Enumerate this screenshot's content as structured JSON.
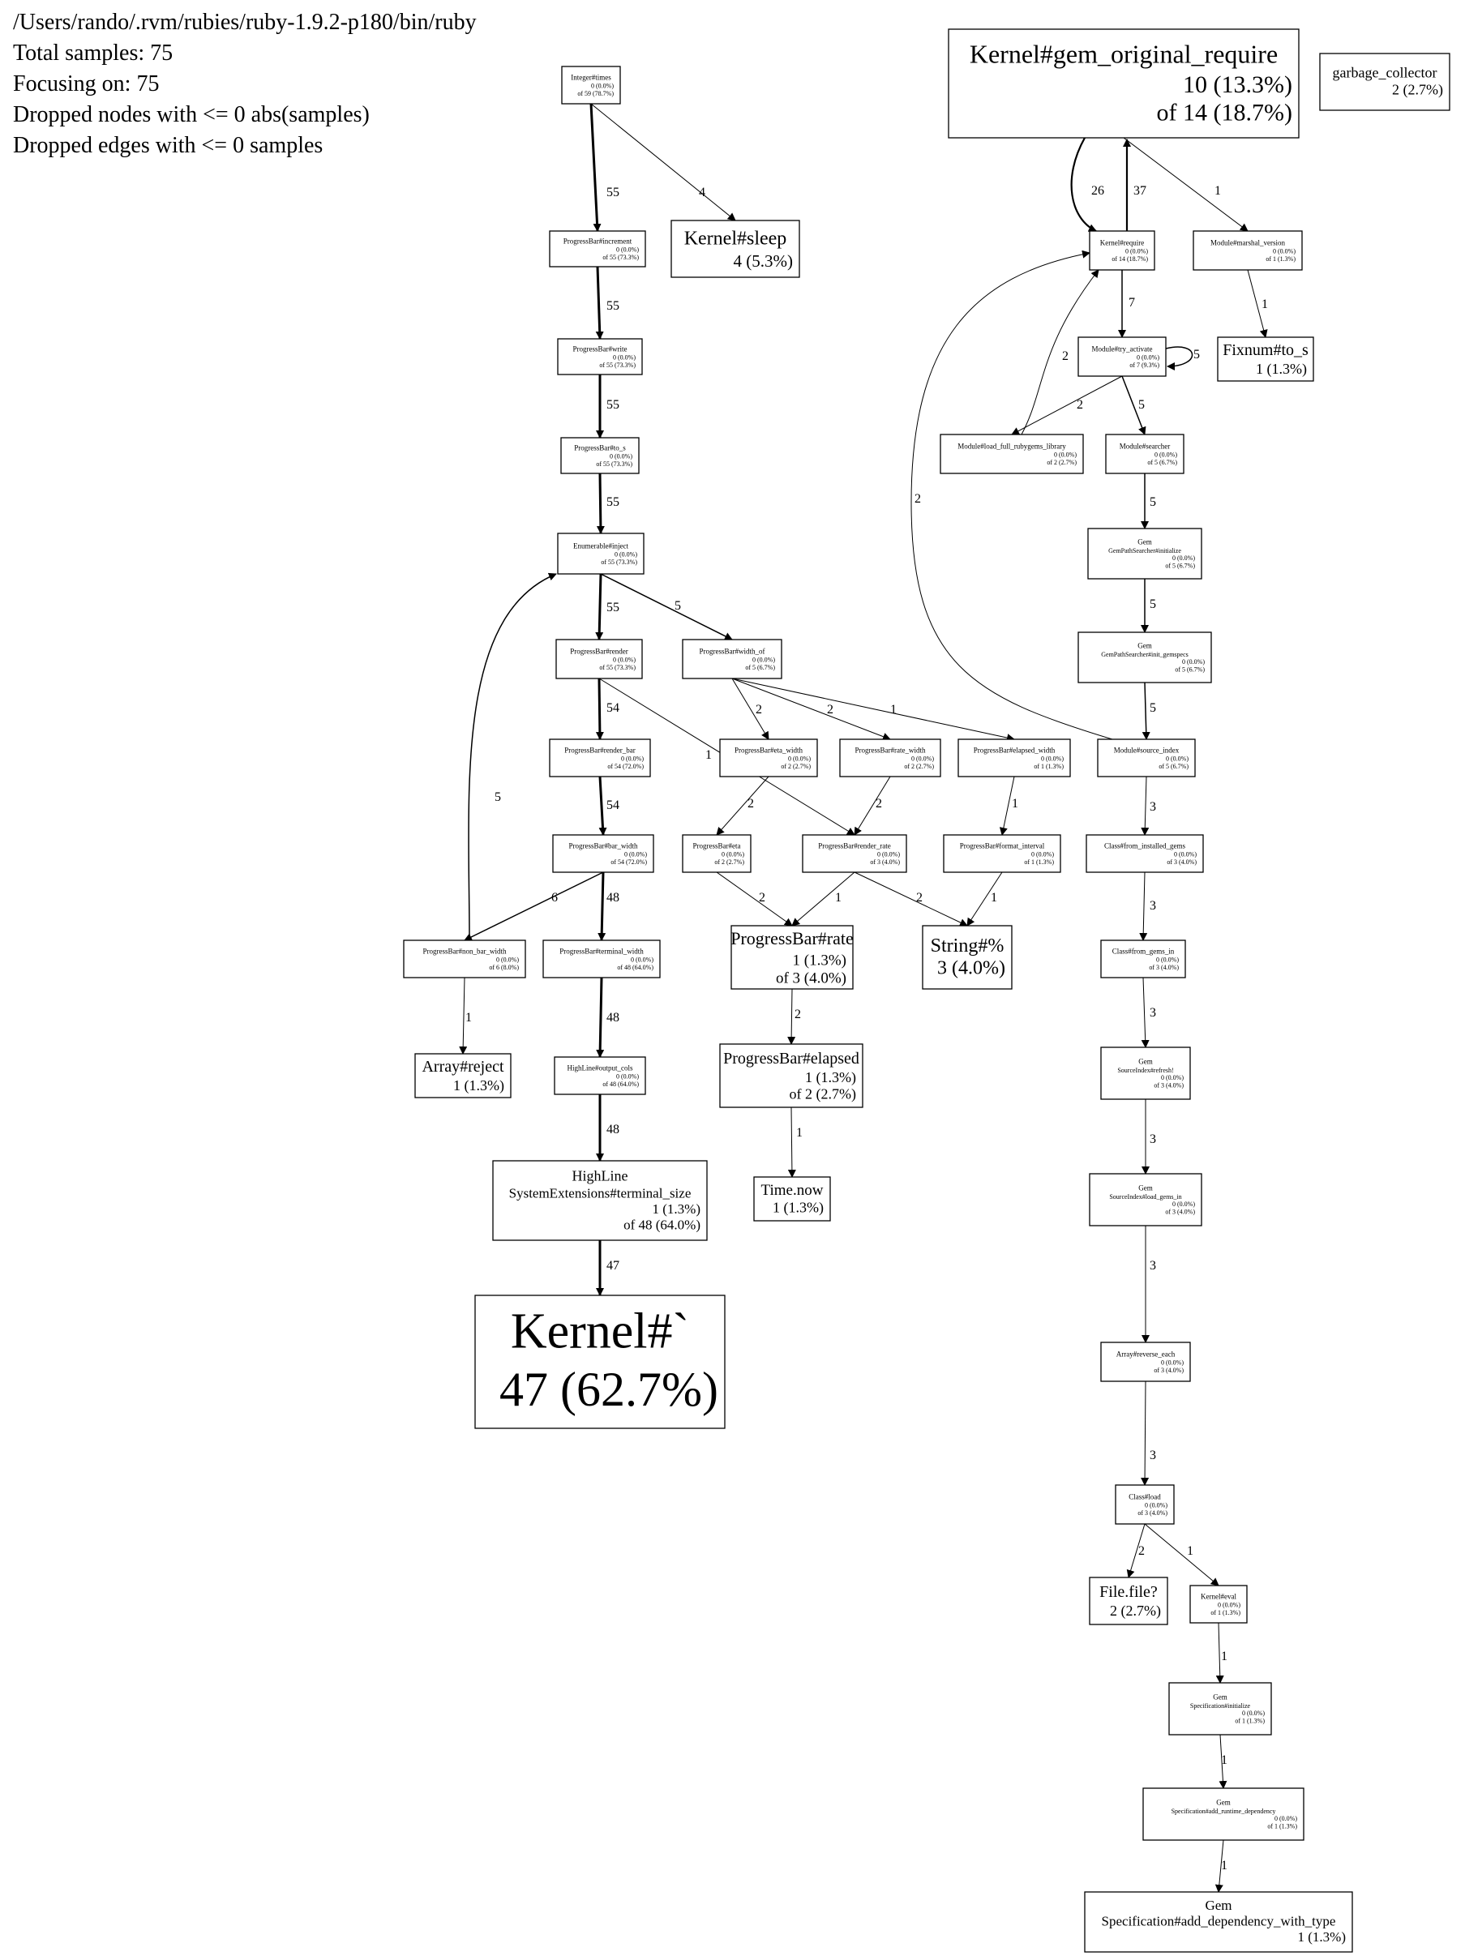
{
  "header": [
    "/Users/rando/.rvm/rubies/ruby-1.9.2-p180/bin/ruby",
    "Total samples: 75",
    "Focusing on: 75",
    "Dropped nodes with <= 0 abs(samples)",
    "Dropped edges with <= 0 samples"
  ],
  "nodes": [
    {
      "id": "integer_times",
      "lines": [
        "Integer#times",
        "0 (0.0%)",
        "of 59 (78.7%)"
      ]
    },
    {
      "id": "kernel_sleep",
      "lines": [
        "Kernel#sleep",
        "4 (5.3%)"
      ]
    },
    {
      "id": "pb_increment",
      "lines": [
        "ProgressBar#increment",
        "0 (0.0%)",
        "of 55 (73.3%)"
      ]
    },
    {
      "id": "pb_write",
      "lines": [
        "ProgressBar#write",
        "0 (0.0%)",
        "of 55 (73.3%)"
      ]
    },
    {
      "id": "pb_to_s",
      "lines": [
        "ProgressBar#to_s",
        "0 (0.0%)",
        "of 55 (73.3%)"
      ]
    },
    {
      "id": "enum_inject",
      "lines": [
        "Enumerable#inject",
        "0 (0.0%)",
        "of 55 (73.3%)"
      ]
    },
    {
      "id": "pb_render",
      "lines": [
        "ProgressBar#render",
        "0 (0.0%)",
        "of 55 (73.3%)"
      ]
    },
    {
      "id": "pb_width_of",
      "lines": [
        "ProgressBar#width_of",
        "0 (0.0%)",
        "of 5 (6.7%)"
      ]
    },
    {
      "id": "pb_render_bar",
      "lines": [
        "ProgressBar#render_bar",
        "0 (0.0%)",
        "of 54 (72.0%)"
      ]
    },
    {
      "id": "pb_eta_width",
      "lines": [
        "ProgressBar#eta_width",
        "0 (0.0%)",
        "of 2 (2.7%)"
      ]
    },
    {
      "id": "pb_rate_width",
      "lines": [
        "ProgressBar#rate_width",
        "0 (0.0%)",
        "of 2 (2.7%)"
      ]
    },
    {
      "id": "pb_elapsed_width",
      "lines": [
        "ProgressBar#elapsed_width",
        "0 (0.0%)",
        "of 1 (1.3%)"
      ]
    },
    {
      "id": "pb_bar_width",
      "lines": [
        "ProgressBar#bar_width",
        "0 (0.0%)",
        "of 54 (72.0%)"
      ]
    },
    {
      "id": "pb_eta",
      "lines": [
        "ProgressBar#eta",
        "0 (0.0%)",
        "of 2 (2.7%)"
      ]
    },
    {
      "id": "pb_render_rate",
      "lines": [
        "ProgressBar#render_rate",
        "0 (0.0%)",
        "of 3 (4.0%)"
      ]
    },
    {
      "id": "pb_format_interval",
      "lines": [
        "ProgressBar#format_interval",
        "0 (0.0%)",
        "of 1 (1.3%)"
      ]
    },
    {
      "id": "pb_non_bar_width",
      "lines": [
        "ProgressBar#non_bar_width",
        "0 (0.0%)",
        "of 6 (8.0%)"
      ]
    },
    {
      "id": "pb_terminal_width",
      "lines": [
        "ProgressBar#terminal_width",
        "0 (0.0%)",
        "of 48 (64.0%)"
      ]
    },
    {
      "id": "pb_rate",
      "lines": [
        "ProgressBar#rate",
        "1 (1.3%)",
        "of 3 (4.0%)"
      ]
    },
    {
      "id": "string_pct",
      "lines": [
        "String#%",
        "3 (4.0%)"
      ]
    },
    {
      "id": "array_reject",
      "lines": [
        "Array#reject",
        "1 (1.3%)"
      ]
    },
    {
      "id": "hl_output_cols",
      "lines": [
        "HighLine#output_cols",
        "0 (0.0%)",
        "of 48 (64.0%)"
      ]
    },
    {
      "id": "pb_elapsed",
      "lines": [
        "ProgressBar#elapsed",
        "1 (1.3%)",
        "of 2 (2.7%)"
      ]
    },
    {
      "id": "hl_terminal_size",
      "lines": [
        "HighLine",
        "SystemExtensions#terminal_size",
        "1 (1.3%)",
        "of 48 (64.0%)"
      ]
    },
    {
      "id": "time_now",
      "lines": [
        "Time.now",
        "1 (1.3%)"
      ]
    },
    {
      "id": "kernel_backtick",
      "lines": [
        "Kernel#`",
        "47 (62.7%)"
      ]
    },
    {
      "id": "kernel_gem_original_require",
      "lines": [
        "Kernel#gem_original_require",
        "10 (13.3%)",
        "of 14 (18.7%)"
      ]
    },
    {
      "id": "garbage_collector",
      "lines": [
        "garbage_collector",
        "2 (2.7%)"
      ]
    },
    {
      "id": "kernel_require",
      "lines": [
        "Kernel#require",
        "0 (0.0%)",
        "of 14 (18.7%)"
      ]
    },
    {
      "id": "module_marshal_version",
      "lines": [
        "Module#marshal_version",
        "0 (0.0%)",
        "of 1 (1.3%)"
      ]
    },
    {
      "id": "module_try_activate",
      "lines": [
        "Module#try_activate",
        "0 (0.0%)",
        "of 7 (9.3%)"
      ]
    },
    {
      "id": "fixnum_to_s",
      "lines": [
        "Fixnum#to_s",
        "1 (1.3%)"
      ]
    },
    {
      "id": "module_load_full_rubygems_library",
      "lines": [
        "Module#load_full_rubygems_library",
        "0 (0.0%)",
        "of 2 (2.7%)"
      ]
    },
    {
      "id": "module_searcher",
      "lines": [
        "Module#searcher",
        "0 (0.0%)",
        "of 5 (6.7%)"
      ]
    },
    {
      "id": "gem_pathsearcher_initialize",
      "lines": [
        "Gem",
        "GemPathSearcher#initialize",
        "0 (0.0%)",
        "of 5 (6.7%)"
      ]
    },
    {
      "id": "gem_pathsearcher_init_gemspecs",
      "lines": [
        "Gem",
        "GemPathSearcher#init_gemspecs",
        "0 (0.0%)",
        "of 5 (6.7%)"
      ]
    },
    {
      "id": "module_source_index",
      "lines": [
        "Module#source_index",
        "0 (0.0%)",
        "of 5 (6.7%)"
      ]
    },
    {
      "id": "class_from_installed_gems",
      "lines": [
        "Class#from_installed_gems",
        "0 (0.0%)",
        "of 3 (4.0%)"
      ]
    },
    {
      "id": "class_from_gems_in",
      "lines": [
        "Class#from_gems_in",
        "0 (0.0%)",
        "of 3 (4.0%)"
      ]
    },
    {
      "id": "gem_sourceindex_refresh",
      "lines": [
        "Gem",
        "SourceIndex#refresh!",
        "0 (0.0%)",
        "of 3 (4.0%)"
      ]
    },
    {
      "id": "gem_sourceindex_load_gems_in",
      "lines": [
        "Gem",
        "SourceIndex#load_gems_in",
        "0 (0.0%)",
        "of 3 (4.0%)"
      ]
    },
    {
      "id": "array_reverse_each",
      "lines": [
        "Array#reverse_each",
        "0 (0.0%)",
        "of 3 (4.0%)"
      ]
    },
    {
      "id": "class_load",
      "lines": [
        "Class#load",
        "0 (0.0%)",
        "of 3 (4.0%)"
      ]
    },
    {
      "id": "file_file",
      "lines": [
        "File.file?",
        "2 (2.7%)"
      ]
    },
    {
      "id": "kernel_eval",
      "lines": [
        "Kernel#eval",
        "0 (0.0%)",
        "of 1 (1.3%)"
      ]
    },
    {
      "id": "gem_spec_initialize",
      "lines": [
        "Gem",
        "Specification#initialize",
        "0 (0.0%)",
        "of 1 (1.3%)"
      ]
    },
    {
      "id": "gem_spec_add_runtime_dependency",
      "lines": [
        "Gem",
        "Specification#add_runtime_dependency",
        "0 (0.0%)",
        "of 1 (1.3%)"
      ]
    },
    {
      "id": "gem_spec_add_dependency_with_type",
      "lines": [
        "Gem",
        "Specification#add_dependency_with_type",
        "1 (1.3%)"
      ]
    }
  ],
  "edges": [
    {
      "from": "integer_times",
      "to": "pb_increment",
      "label": "55"
    },
    {
      "from": "integer_times",
      "to": "kernel_sleep",
      "label": "4"
    },
    {
      "from": "pb_increment",
      "to": "pb_write",
      "label": "55"
    },
    {
      "from": "pb_write",
      "to": "pb_to_s",
      "label": "55"
    },
    {
      "from": "pb_to_s",
      "to": "enum_inject",
      "label": "55"
    },
    {
      "from": "enum_inject",
      "to": "pb_render",
      "label": "55"
    },
    {
      "from": "enum_inject",
      "to": "pb_width_of",
      "label": "5"
    },
    {
      "from": "pb_render",
      "to": "pb_render_bar",
      "label": "54"
    },
    {
      "from": "pb_render",
      "to": "pb_render_rate",
      "label": "1"
    },
    {
      "from": "pb_width_of",
      "to": "pb_eta_width",
      "label": "2"
    },
    {
      "from": "pb_width_of",
      "to": "pb_rate_width",
      "label": "2"
    },
    {
      "from": "pb_width_of",
      "to": "pb_elapsed_width",
      "label": "1"
    },
    {
      "from": "pb_render_bar",
      "to": "pb_bar_width",
      "label": "54"
    },
    {
      "from": "pb_bar_width",
      "to": "pb_non_bar_width",
      "label": "6"
    },
    {
      "from": "pb_bar_width",
      "to": "pb_terminal_width",
      "label": "48"
    },
    {
      "from": "pb_non_bar_width",
      "to": "enum_inject",
      "label": "5"
    },
    {
      "from": "pb_non_bar_width",
      "to": "array_reject",
      "label": "1"
    },
    {
      "from": "pb_terminal_width",
      "to": "hl_output_cols",
      "label": "48"
    },
    {
      "from": "hl_output_cols",
      "to": "hl_terminal_size",
      "label": "48"
    },
    {
      "from": "hl_terminal_size",
      "to": "kernel_backtick",
      "label": "47"
    },
    {
      "from": "pb_eta_width",
      "to": "pb_eta",
      "label": "2"
    },
    {
      "from": "pb_rate_width",
      "to": "pb_render_rate",
      "label": "2"
    },
    {
      "from": "pb_elapsed_width",
      "to": "pb_format_interval",
      "label": "1"
    },
    {
      "from": "pb_eta",
      "to": "pb_rate",
      "label": "2"
    },
    {
      "from": "pb_render_rate",
      "to": "pb_rate",
      "label": "1"
    },
    {
      "from": "pb_render_rate",
      "to": "string_pct",
      "label": "2"
    },
    {
      "from": "pb_format_interval",
      "to": "string_pct",
      "label": "1"
    },
    {
      "from": "pb_rate",
      "to": "pb_elapsed",
      "label": "2"
    },
    {
      "from": "pb_elapsed",
      "to": "time_now",
      "label": "1"
    },
    {
      "from": "kernel_gem_original_require",
      "to": "kernel_require",
      "label": "26"
    },
    {
      "from": "kernel_require",
      "to": "kernel_gem_original_require",
      "label": "37"
    },
    {
      "from": "kernel_gem_original_require",
      "to": "module_marshal_version",
      "label": "1"
    },
    {
      "from": "module_marshal_version",
      "to": "fixnum_to_s",
      "label": "1"
    },
    {
      "from": "kernel_require",
      "to": "module_try_activate",
      "label": "7"
    },
    {
      "from": "module_try_activate",
      "to": "module_try_activate",
      "label": "5"
    },
    {
      "from": "module_try_activate",
      "to": "module_load_full_rubygems_library",
      "label": "2"
    },
    {
      "from": "module_try_activate",
      "to": "module_searcher",
      "label": "5"
    },
    {
      "from": "module_load_full_rubygems_library",
      "to": "kernel_require",
      "label": "2"
    },
    {
      "from": "module_searcher",
      "to": "gem_pathsearcher_initialize",
      "label": "5"
    },
    {
      "from": "gem_pathsearcher_initialize",
      "to": "gem_pathsearcher_init_gemspecs",
      "label": "5"
    },
    {
      "from": "gem_pathsearcher_init_gemspecs",
      "to": "module_source_index",
      "label": "5"
    },
    {
      "from": "module_source_index",
      "to": "kernel_require",
      "label": "2"
    },
    {
      "from": "module_source_index",
      "to": "class_from_installed_gems",
      "label": "3"
    },
    {
      "from": "class_from_installed_gems",
      "to": "class_from_gems_in",
      "label": "3"
    },
    {
      "from": "class_from_gems_in",
      "to": "gem_sourceindex_refresh",
      "label": "3"
    },
    {
      "from": "gem_sourceindex_refresh",
      "to": "gem_sourceindex_load_gems_in",
      "label": "3"
    },
    {
      "from": "gem_sourceindex_load_gems_in",
      "to": "array_reverse_each",
      "label": "3"
    },
    {
      "from": "array_reverse_each",
      "to": "class_load",
      "label": "3"
    },
    {
      "from": "class_load",
      "to": "file_file",
      "label": "2"
    },
    {
      "from": "class_load",
      "to": "kernel_eval",
      "label": "1"
    },
    {
      "from": "kernel_eval",
      "to": "gem_spec_initialize",
      "label": "1"
    },
    {
      "from": "gem_spec_initialize",
      "to": "gem_spec_add_runtime_dependency",
      "label": "1"
    },
    {
      "from": "gem_spec_add_runtime_dependency",
      "to": "gem_spec_add_dependency_with_type",
      "label": "1"
    }
  ]
}
